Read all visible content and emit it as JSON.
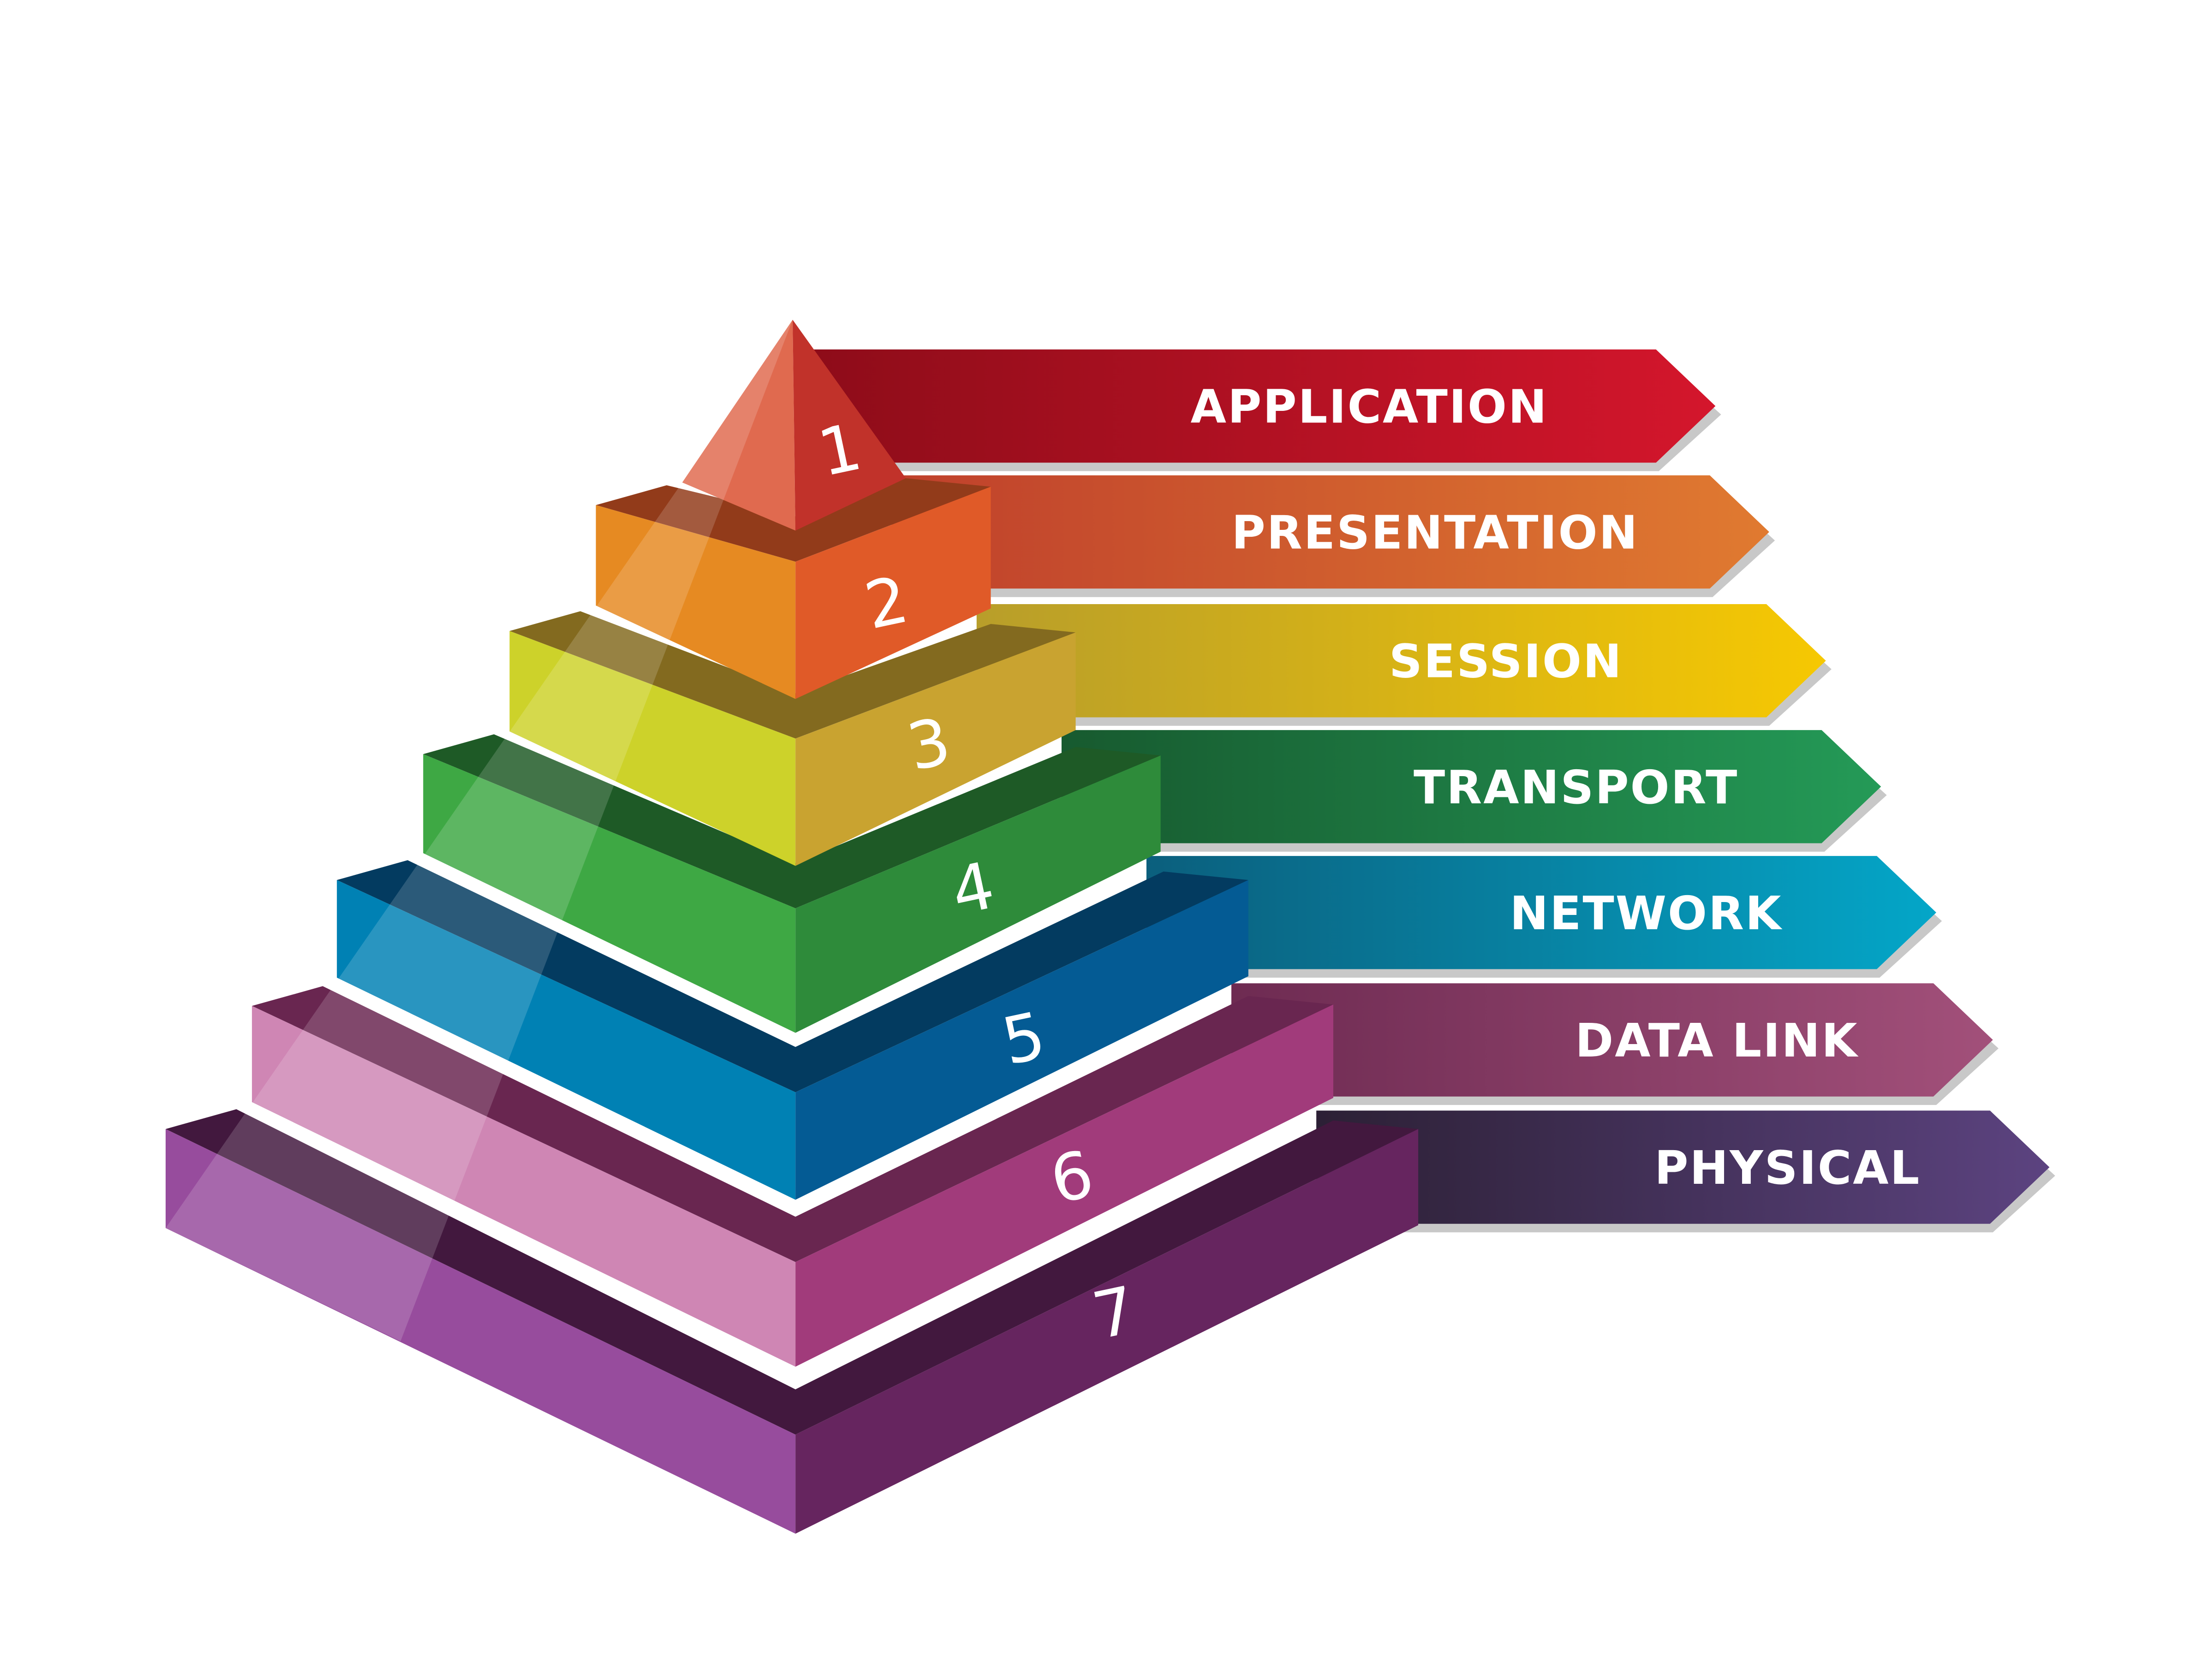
{
  "layers": [
    {
      "number": "1",
      "label": "APPLICATION",
      "colors": {
        "left": "#e06a4f",
        "right": "#c1322a",
        "top": "#c7443a",
        "banner_start": "#8e0c19",
        "banner_end": "#d4162c"
      }
    },
    {
      "number": "2",
      "label": "PRESENTATION",
      "colors": {
        "left": "#e68a22",
        "right": "#e05a28",
        "top": "#f29c3c",
        "banner_start": "#bf402c",
        "banner_end": "#e07a30"
      }
    },
    {
      "number": "3",
      "label": "SESSION",
      "colors": {
        "left": "#cdd22a",
        "right": "#c9a330",
        "top": "#d7dc50",
        "banner_start": "#b89e2a",
        "banner_end": "#f6c802"
      }
    },
    {
      "number": "4",
      "label": "TRANSPORT",
      "colors": {
        "left": "#3ea844",
        "right": "#2e8b3a",
        "top": "#2f8c3e",
        "banner_start": "#175a2f",
        "banner_end": "#249a57"
      }
    },
    {
      "number": "5",
      "label": "NETWORK",
      "colors": {
        "left": "#0081b4",
        "right": "#045b94",
        "top": "#0a6a93",
        "banner_start": "#0b5f7d",
        "banner_end": "#04a6c8"
      }
    },
    {
      "number": "6",
      "label": "DATA LINK",
      "colors": {
        "left": "#cf86b4",
        "right": "#a13b7b",
        "top": "#cf86b4",
        "banner_start": "#6e2b52",
        "banner_end": "#a2507a"
      }
    },
    {
      "number": "7",
      "label": "PHYSICAL",
      "colors": {
        "left": "#974c9d",
        "right": "#66255f",
        "top": "#8b3f8e",
        "banner_start": "#2c2035",
        "banner_end": "#5c4380"
      }
    }
  ]
}
